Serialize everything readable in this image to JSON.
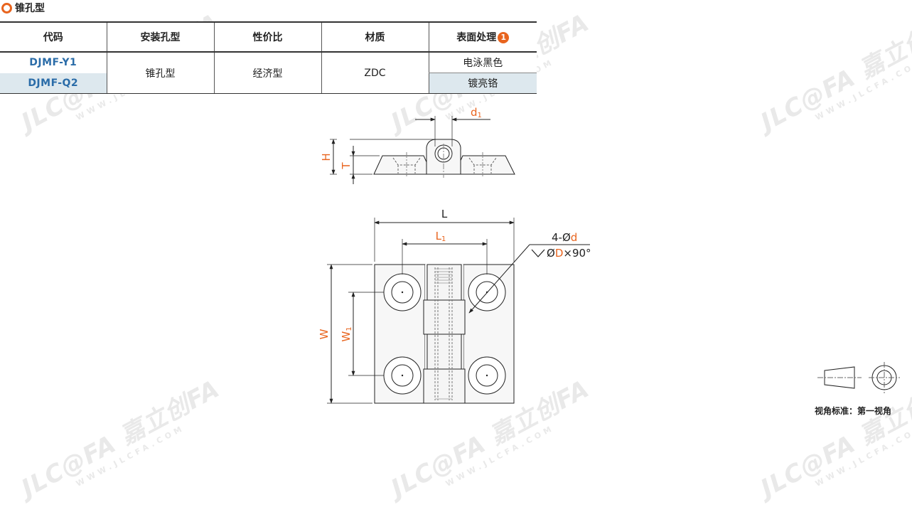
{
  "section": {
    "icon": "ring-icon",
    "title": "锥孔型"
  },
  "table": {
    "headers": [
      "代码",
      "安装孔型",
      "性价比",
      "材质",
      "表面处理"
    ],
    "note_badge": "1",
    "codes": [
      "DJMF-Y1",
      "DJMF-Q2"
    ],
    "mount_type": "锥孔型",
    "value_rating": "经济型",
    "material": "ZDC",
    "finishes": [
      "电泳黑色",
      "镀亮铬"
    ]
  },
  "drawing": {
    "labels": {
      "d1": "d",
      "d1_sub": "1",
      "H": "H",
      "T": "T",
      "L": "L",
      "L1": "L",
      "L1_sub": "1",
      "W": "W",
      "W1": "W",
      "W1_sub": "1",
      "hole_count": "4-",
      "hole_symbol": "Ø",
      "hole_d": "d",
      "csk_symbol": "Ø",
      "csk_D": "D",
      "csk_angle": "×90°"
    },
    "accent_color": "#e8641e",
    "line_color": "#222222"
  },
  "view_standard": {
    "caption": "视角标准：第一视角"
  },
  "watermark": {
    "main": "JLC@FA 嘉立创FA",
    "sub": "WWW.JLCFA.COM"
  }
}
